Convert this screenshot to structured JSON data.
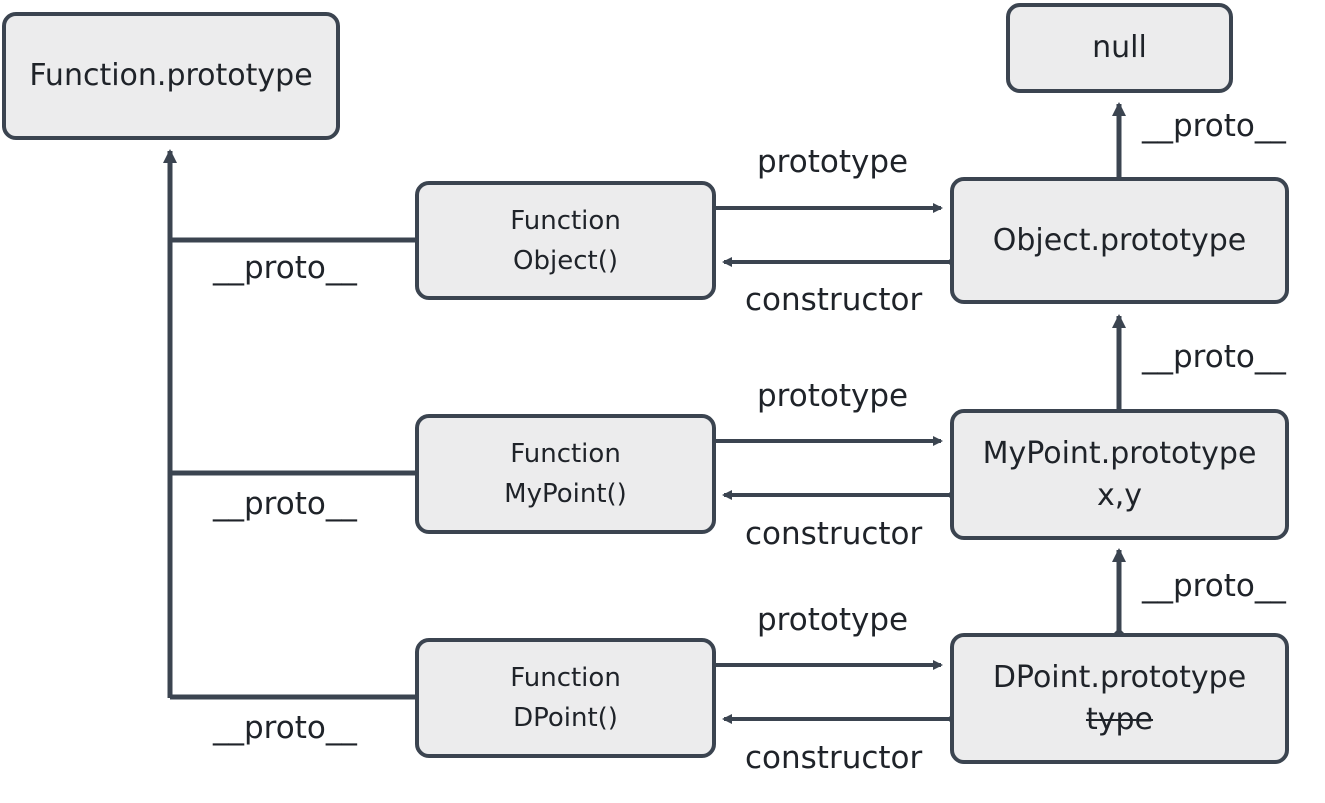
{
  "nodes": {
    "function_prototype": "Function.prototype",
    "null": "null",
    "function_object": {
      "line1": "Function",
      "line2": "Object()"
    },
    "object_prototype": "Object.prototype",
    "function_mypoint": {
      "line1": "Function",
      "line2": "MyPoint()"
    },
    "mypoint_prototype": {
      "line1": "MyPoint.prototype",
      "line2": "x,y"
    },
    "function_dpoint": {
      "line1": "Function",
      "line2": "DPoint()"
    },
    "dpoint_prototype": {
      "line1": "DPoint.prototype",
      "line2": "type"
    }
  },
  "labels": {
    "proto": "__proto__",
    "prototype": "prototype",
    "constructor": "constructor"
  },
  "colors": {
    "stroke": "#3b4450",
    "fill": "#ececed",
    "text": "#1f2329"
  }
}
